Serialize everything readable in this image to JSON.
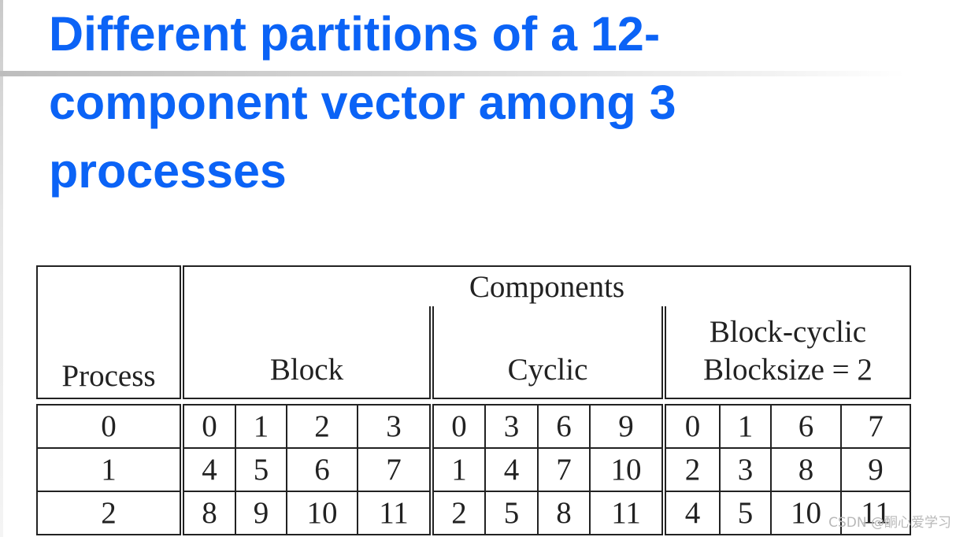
{
  "title": {
    "line1": "Different partitions of a 12-",
    "line2": "component vector among 3",
    "line3": "processes"
  },
  "table": {
    "process_header": "Process",
    "components_header": "Components",
    "groups": {
      "block": "Block",
      "cyclic": "Cyclic",
      "block_cyclic_line1": "Block-cyclic",
      "block_cyclic_line2": "Blocksize = 2"
    },
    "rows": [
      {
        "process": "0",
        "block": [
          "0",
          "1",
          "2",
          "3"
        ],
        "cyclic": [
          "0",
          "3",
          "6",
          "9"
        ],
        "block_cyclic": [
          "0",
          "1",
          "6",
          "7"
        ]
      },
      {
        "process": "1",
        "block": [
          "4",
          "5",
          "6",
          "7"
        ],
        "cyclic": [
          "1",
          "4",
          "7",
          "10"
        ],
        "block_cyclic": [
          "2",
          "3",
          "8",
          "9"
        ]
      },
      {
        "process": "2",
        "block": [
          "8",
          "9",
          "10",
          "11"
        ],
        "cyclic": [
          "2",
          "5",
          "8",
          "11"
        ],
        "block_cyclic": [
          "4",
          "5",
          "10",
          "11"
        ]
      }
    ]
  },
  "watermark": "CSDN @酮心爱学习",
  "colors": {
    "title": "#0b63f6",
    "text": "#222222",
    "watermark": "#b8b8b8"
  }
}
